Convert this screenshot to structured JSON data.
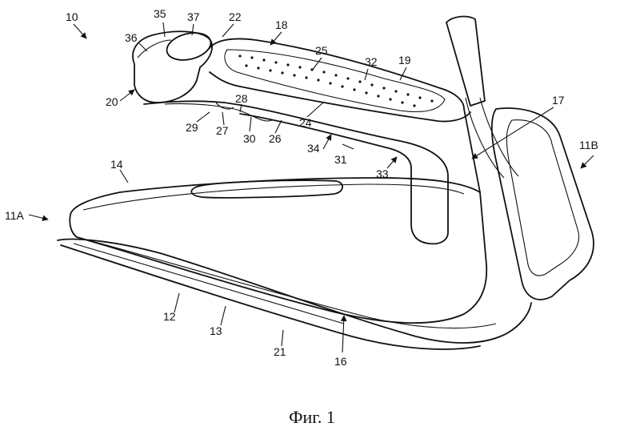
{
  "figure": {
    "caption": "Фиг. 1",
    "reference_numerals": [
      "10",
      "11A",
      "11B",
      "12",
      "13",
      "14",
      "16",
      "17",
      "18",
      "19",
      "20",
      "21",
      "22",
      "24",
      "25",
      "26",
      "27",
      "28",
      "29",
      "30",
      "31",
      "32",
      "33",
      "34",
      "35",
      "36",
      "37"
    ]
  }
}
